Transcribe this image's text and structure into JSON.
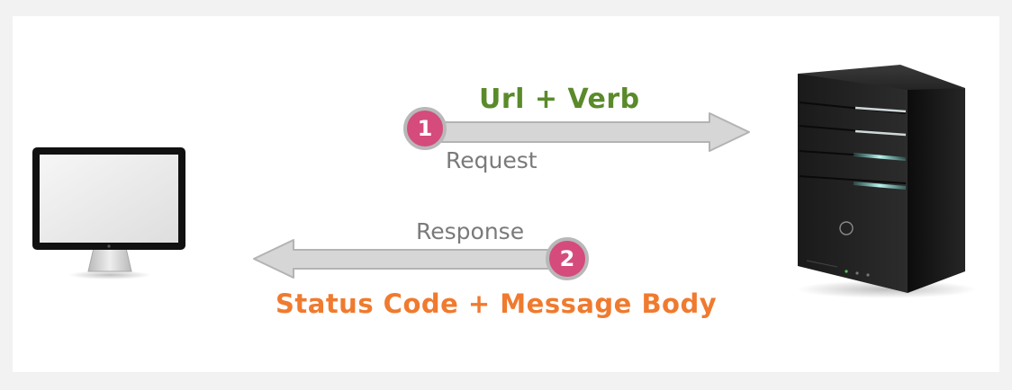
{
  "request": {
    "title": "Url  +  Verb",
    "label": "Request",
    "step": "1"
  },
  "response": {
    "label": "Response",
    "title": "Status Code  +  Message Body",
    "step": "2"
  },
  "colors": {
    "request_title": "#5a8a2a",
    "response_title": "#f07a2e",
    "step_badge": "#d44b7c",
    "arrow_fill": "#d6d6d6",
    "arrow_stroke": "#b3b3b3",
    "label_gray": "#7a7a7a"
  },
  "icons": {
    "client": "monitor-icon",
    "server": "server-tower-icon"
  }
}
